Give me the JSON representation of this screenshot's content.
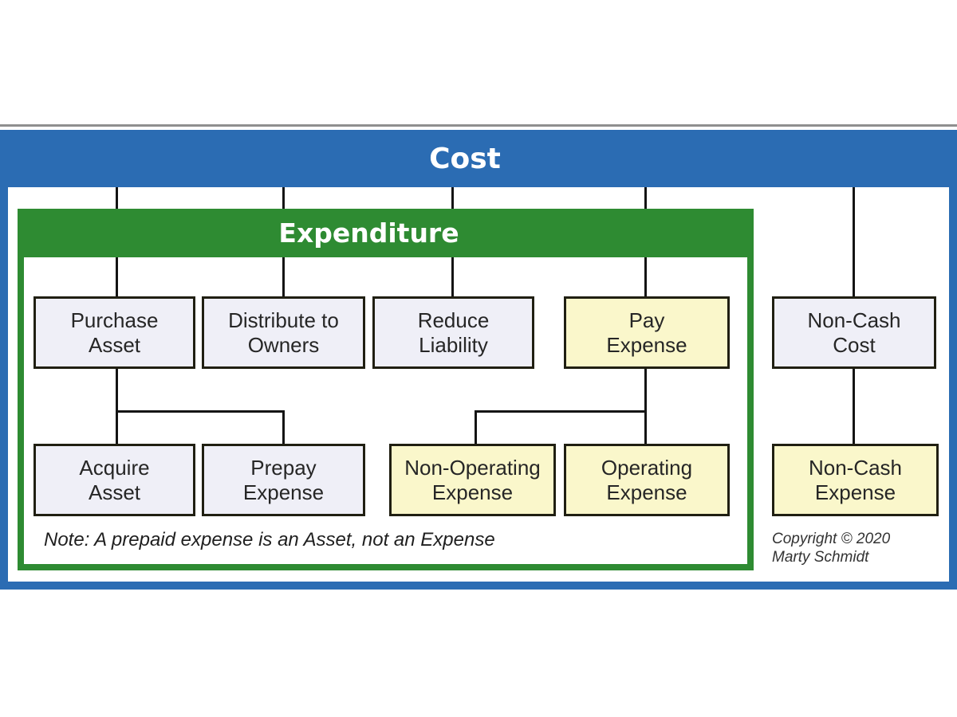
{
  "banners": {
    "cost": "Cost",
    "expenditure": "Expenditure"
  },
  "boxes": [
    {
      "id": "purchase-asset",
      "label": "Purchase\nAsset",
      "fill": "lavender"
    },
    {
      "id": "distribute-to-owners",
      "label": "Distribute to\nOwners",
      "fill": "lavender"
    },
    {
      "id": "reduce-liability",
      "label": "Reduce\nLiability",
      "fill": "lavender"
    },
    {
      "id": "pay-expense",
      "label": "Pay\nExpense",
      "fill": "yellow"
    },
    {
      "id": "non-cash-cost",
      "label": "Non-Cash\nCost",
      "fill": "lavender"
    },
    {
      "id": "acquire-asset",
      "label": "Acquire\nAsset",
      "fill": "lavender"
    },
    {
      "id": "prepay-expense",
      "label": "Prepay\nExpense",
      "fill": "lavender"
    },
    {
      "id": "non-operating-expense",
      "label": "Non-Operating\nExpense",
      "fill": "yellow"
    },
    {
      "id": "operating-expense",
      "label": "Operating\nExpense",
      "fill": "yellow"
    },
    {
      "id": "non-cash-expense",
      "label": "Non-Cash\nExpense",
      "fill": "yellow"
    }
  ],
  "note": "Note: A prepaid expense is an Asset, not an Expense",
  "copyright": {
    "line1": "Copyright © 2020",
    "line2": "Marty Schmidt"
  },
  "colors": {
    "banner_blue": "#2B6CB3",
    "frame_green": "#2E8B32",
    "box_lavender": "#EFEFF7",
    "box_yellow": "#FAF7CB",
    "box_border": "#201F12",
    "connector_black": "#141414",
    "top_rule_gray": "#8F8F8F"
  }
}
